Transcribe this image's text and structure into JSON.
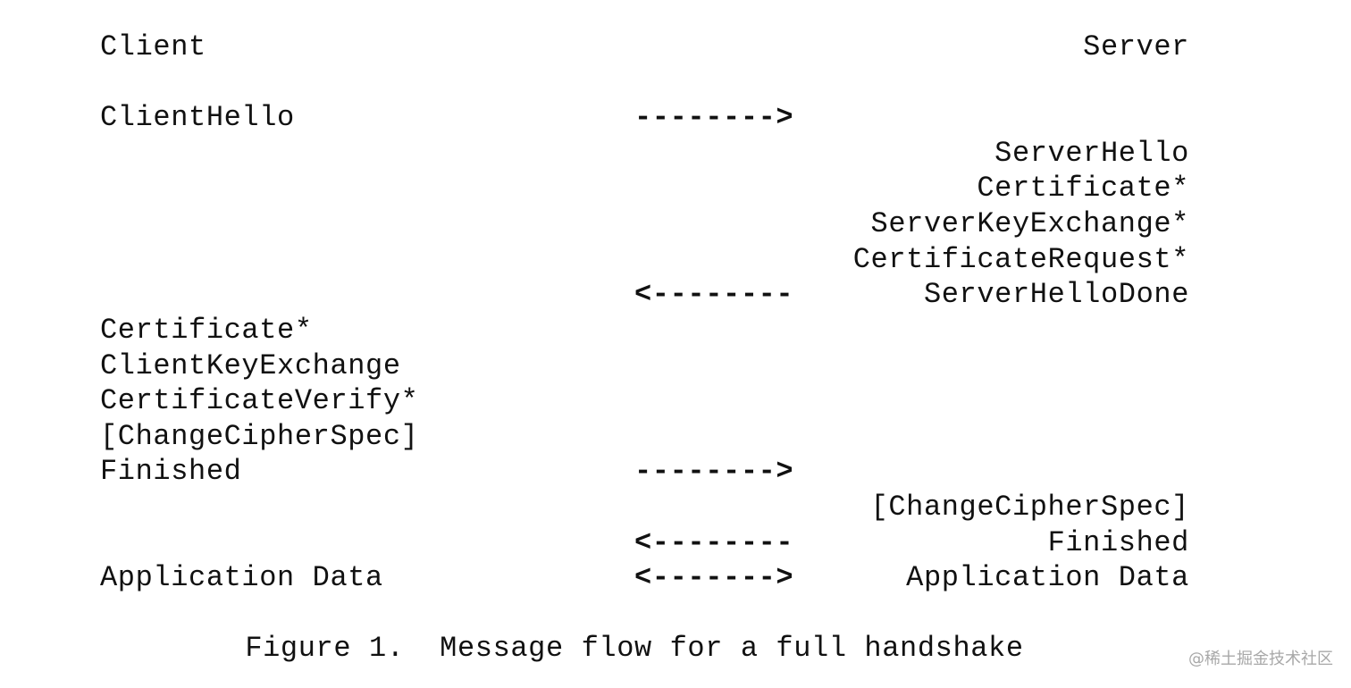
{
  "diagram": {
    "header": {
      "left": "Client",
      "right": "Server"
    },
    "rows": [
      {
        "left": "ClientHello",
        "arrow": "-------->",
        "right": ""
      },
      {
        "left": "",
        "arrow": "",
        "right": "ServerHello"
      },
      {
        "left": "",
        "arrow": "",
        "right": "Certificate*"
      },
      {
        "left": "",
        "arrow": "",
        "right": "ServerKeyExchange*"
      },
      {
        "left": "",
        "arrow": "",
        "right": "CertificateRequest*"
      },
      {
        "left": "",
        "arrow": "<--------",
        "right": "ServerHelloDone"
      },
      {
        "left": "Certificate*",
        "arrow": "",
        "right": ""
      },
      {
        "left": "ClientKeyExchange",
        "arrow": "",
        "right": ""
      },
      {
        "left": "CertificateVerify*",
        "arrow": "",
        "right": ""
      },
      {
        "left": "[ChangeCipherSpec]",
        "arrow": "",
        "right": ""
      },
      {
        "left": "Finished",
        "arrow": "-------->",
        "right": ""
      },
      {
        "left": "",
        "arrow": "",
        "right": "[ChangeCipherSpec]"
      },
      {
        "left": "",
        "arrow": "<--------",
        "right": "Finished"
      },
      {
        "left": "Application Data",
        "arrow": "<------->",
        "right": "Application Data"
      }
    ],
    "caption": "Figure 1.  Message flow for a full handshake",
    "watermark": "@稀土掘金技术社区"
  }
}
